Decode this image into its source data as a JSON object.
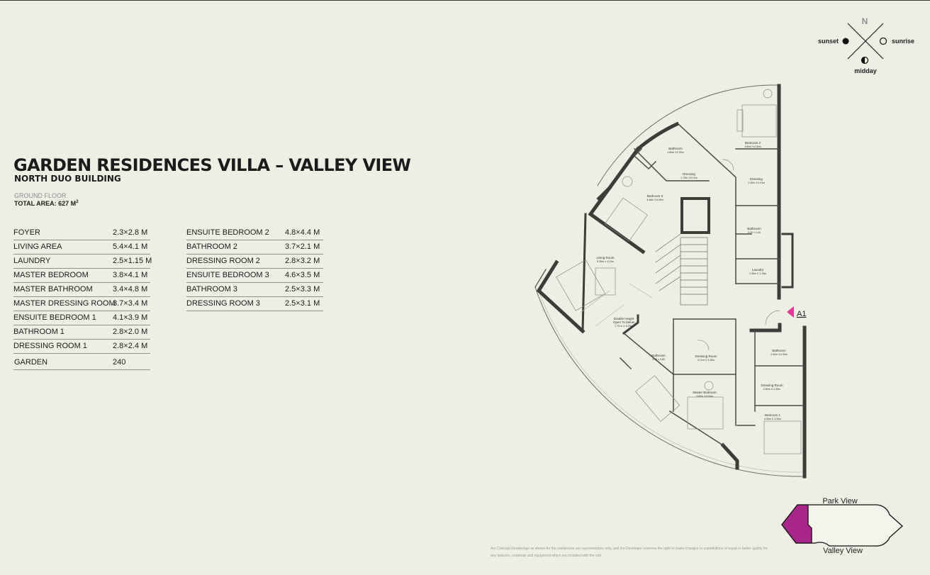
{
  "title": "GARDEN RESIDENCES VILLA – VALLEY VIEW",
  "subtitle": "NORTH DUO BUILDING",
  "floor_label": "GROUND FLOOR",
  "total_area_label": "TOTAL AREA: 627 M",
  "total_area_sup": "2",
  "rooms_left": [
    {
      "name": "FOYER",
      "size": "2.3×2.8 M"
    },
    {
      "name": "LIVING AREA",
      "size": "5.4×4.1 M"
    },
    {
      "name": "LAUNDRY",
      "size": "2.5×1.15 M"
    },
    {
      "name": "MASTER BEDROOM",
      "size": "3.8×4.1 M"
    },
    {
      "name": "MASTER BATHROOM",
      "size": "3.4×4.8 M"
    },
    {
      "name": "MASTER DRESSING ROOM",
      "size": "3.7×3.4 M"
    },
    {
      "name": "ENSUITE BEDROOM 1",
      "size": "4.1×3.9 M"
    },
    {
      "name": "BATHROOM 1",
      "size": "2.8×2.0 M"
    },
    {
      "name": "DRESSING ROOM 1",
      "size": "2.8×2.4 M"
    },
    {
      "name": "GARDEN",
      "size": "240"
    }
  ],
  "rooms_right": [
    {
      "name": "ENSUITE BEDROOM 2",
      "size": "4.8×4.4 M"
    },
    {
      "name": "BATHROOM 2",
      "size": "3.7×2.1 M"
    },
    {
      "name": "DRESSING ROOM 2",
      "size": "2.8×3.2 M"
    },
    {
      "name": "ENSUITE BEDROOM 3",
      "size": "4.6×3.5 M"
    },
    {
      "name": "BATHROOM 3",
      "size": "2.5×3.3 M"
    },
    {
      "name": "DRESSING ROOM 3",
      "size": "2.5×3.1 M"
    }
  ],
  "compass": {
    "north": "N",
    "sunset": "sunset",
    "sunrise": "sunrise",
    "midday": "midday"
  },
  "plan_labels": {
    "bathroom_top": "Bathroom",
    "bathroom_top_dim": "2.60m X2.30m",
    "dressing_top": "Dressing",
    "dressing_top_dim": "2.75m X3.10m",
    "bedroom2": "Bedroom 2",
    "bedroom2_dim": "4.80m X4.40m",
    "dressing_right": "Dressing",
    "dressing_right_dim": "2.40m X3.10m",
    "bedroom3": "Bedroom 3",
    "bedroom3_dim": "4.46m X4.05m",
    "bathroom_right": "Bathroom",
    "bathroom_right_dim": "3.20 x 2.40",
    "living": "Living Room",
    "living_dim": "5.35m x 4.10m",
    "laundry": "Laundry",
    "laundry_dim": "2.45m X 1.15m",
    "double_height": "Double Height",
    "open_to_below": "Open To below",
    "double_height_dim": "2.75 m X 8.25m",
    "bathroom_master": "Bathroom",
    "bathroom_master_dim": "3.35 x 4.80",
    "dressing_master": "Dressing Room",
    "dressing_master_dim": "3.71m X 3.40m",
    "bathroom_1": "Bathroom",
    "bathroom_1_dim": "2.40m X2.00m",
    "dressing_1": "Dressing Room",
    "dressing_1_dim": "2.60m X 2.35m",
    "master_bedroom": "Master Bedroom",
    "master_bedroom_dim": "3.60m X4.00m",
    "bedroom1": "Bedroom 1",
    "bedroom1_dim": "4.05m X 3.90m"
  },
  "unit_marker": "A1",
  "accent_color": "#e6399e",
  "keyplan": {
    "park_view": "Park View",
    "valley_view": "Valley View",
    "highlight_color": "#a8268a"
  },
  "disclaimer": "Are Concept Renderings as shown for the residences are representative only, and the Developer reserves the right to make changes or substitutions of equal or better quality for any features, materials and equipment which are included with the unit."
}
